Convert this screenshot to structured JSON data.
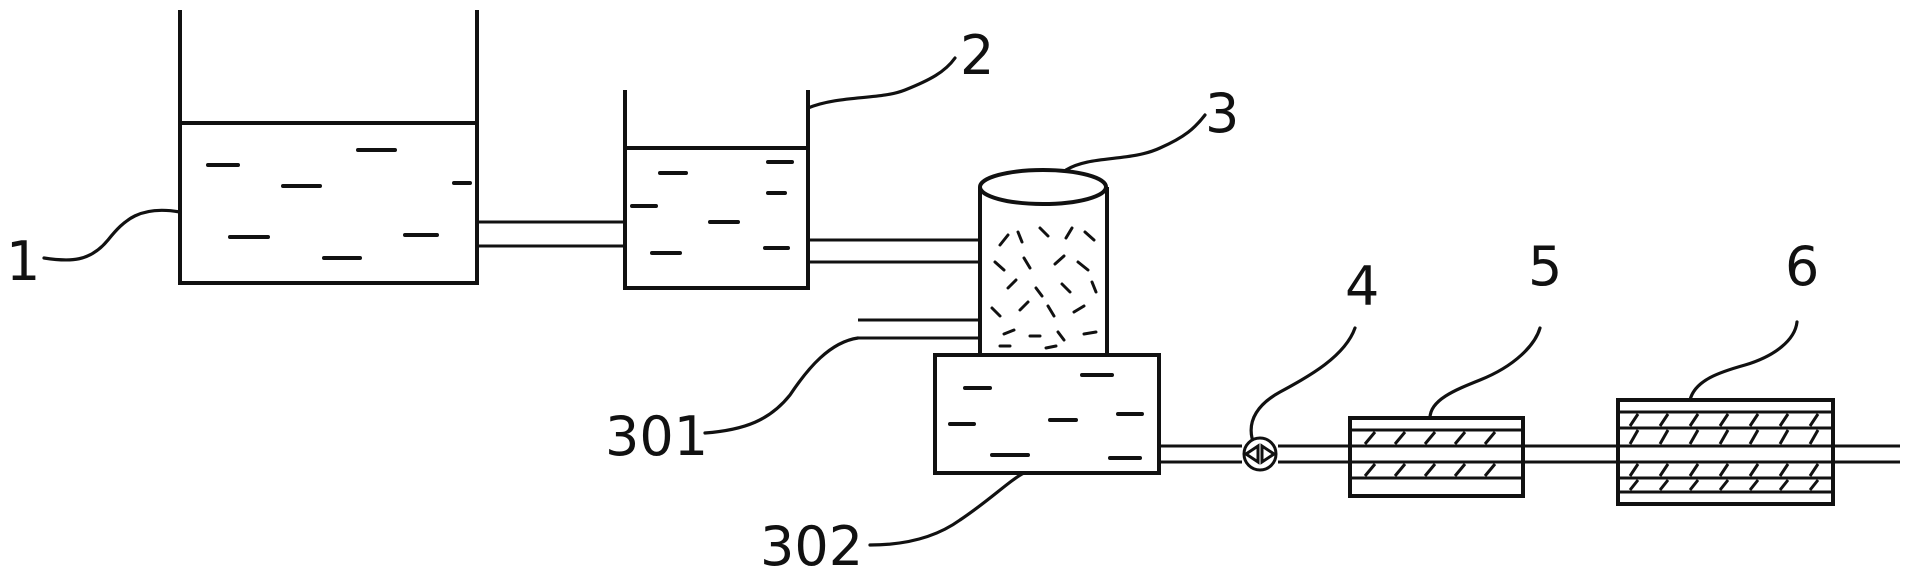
{
  "labels": {
    "tank_1": "1",
    "tank_2": "2",
    "column_3": "3",
    "valve_4": "4",
    "filter_5": "5",
    "filter_6": "6",
    "inlet_301": "301",
    "basin_302": "302"
  }
}
